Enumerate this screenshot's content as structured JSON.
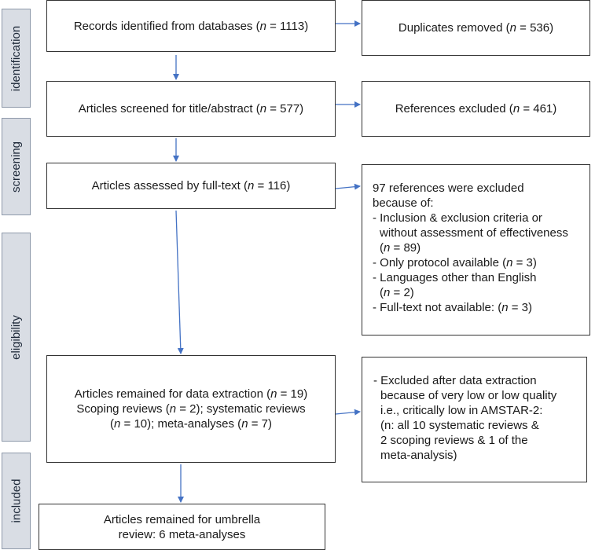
{
  "stages": {
    "identification": "identification",
    "screening": "screening",
    "eligibility": "eligibility",
    "included": "included"
  },
  "boxes": {
    "records": {
      "pre": "Records identified from databases (",
      "n": "n",
      "post": " = 1113)"
    },
    "duplicates": {
      "pre": "Duplicates removed (",
      "n": "n",
      "post": " = 536)"
    },
    "screened": {
      "pre": "Articles screened for title/abstract (",
      "n": "n",
      "post": " = 577)"
    },
    "refs_excluded": {
      "pre": "References excluded (",
      "n": "n",
      "post": " = 461)"
    },
    "fulltext": {
      "pre": "Articles assessed by full-text (",
      "n": "n",
      "post": " = 116)"
    },
    "excluded_97": {
      "l1": "97 references were excluded",
      "l2": "because of:",
      "l3": "- Inclusion & exclusion criteria or",
      "l4": "without assessment of effectiveness",
      "l5_pre": "(",
      "l5_n": "n",
      "l5_post": " = 89)",
      "l6_pre": "- Only protocol available (",
      "l6_n": "n",
      "l6_post": " = 3)",
      "l7": "- Languages other than English",
      "l8_pre": "(",
      "l8_n": "n",
      "l8_post": " = 2)",
      "l9_pre": "- Full-text not available: (",
      "l9_n": "n",
      "l9_post": " = 3)"
    },
    "extraction": {
      "l1_pre": "Articles remained for data extraction (",
      "l1_n": "n",
      "l1_post": " = 19)",
      "l2_pre": "Scoping reviews (",
      "l2_n": "n",
      "l2_post": " = 2); systematic reviews",
      "l3_pre": "(",
      "l3_n": "n",
      "l3_post": " = 10); meta-analyses (",
      "l3_n2": "n",
      "l3_post2": " = 7)"
    },
    "excluded_quality": {
      "l1": "- Excluded after data extraction",
      "l2": "because of very low or low quality",
      "l3": "i.e., critically low in AMSTAR-2:",
      "l4": "(n: all 10 systematic reviews &",
      "l5": "2 scoping reviews & 1 of the",
      "l6": "meta-analysis)"
    },
    "umbrella": {
      "l1": "Articles remained for umbrella",
      "l2": "review: 6 meta-analyses"
    }
  },
  "colors": {
    "arrow": "#4472c4",
    "stage_bg": "#d9dde4",
    "stage_border": "#8e99aa",
    "box_border": "#333333"
  }
}
